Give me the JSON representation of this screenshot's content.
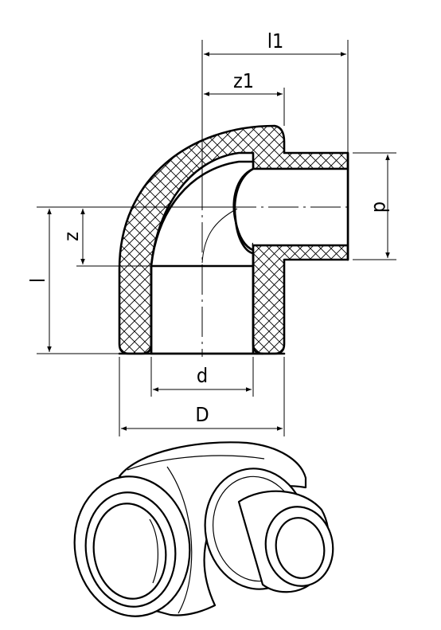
{
  "labels": {
    "l1": "l1",
    "z1": "z1",
    "d_right": "d",
    "z": "z",
    "l": "l",
    "d_bottom": "d",
    "D": "D"
  }
}
